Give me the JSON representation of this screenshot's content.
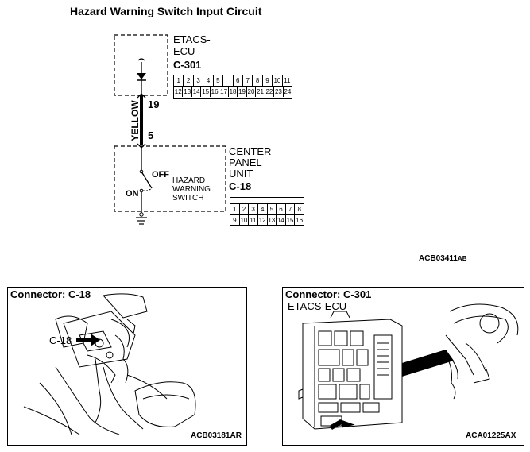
{
  "title": "Hazard Warning Switch Input Circuit",
  "etacs": {
    "name_line1": "ETACS-",
    "name_line2": "ECU",
    "connector": "C-301",
    "pins_top": [
      "1",
      "2",
      "3",
      "4",
      "5",
      "",
      "6",
      "7",
      "8",
      "9",
      "10",
      "11"
    ],
    "pins_bottom": [
      "12",
      "13",
      "14",
      "15",
      "16",
      "17",
      "18",
      "19",
      "20",
      "21",
      "22",
      "23",
      "24"
    ]
  },
  "wire": {
    "color_label": "YELLOW",
    "pin_top": "19",
    "pin_bottom": "5"
  },
  "center_panel": {
    "line1": "CENTER",
    "line2": "PANEL",
    "line3": "UNIT",
    "connector": "C-18",
    "pins_top": [
      "1",
      "2",
      "3",
      "4",
      "5",
      "6",
      "7",
      "8"
    ],
    "pins_bottom": [
      "9",
      "10",
      "11",
      "12",
      "13",
      "14",
      "15",
      "16"
    ]
  },
  "switch": {
    "off": "OFF",
    "on": "ON",
    "label_line1": "HAZARD",
    "label_line2": "WARNING",
    "label_line3": "SWITCH"
  },
  "diagram_code": "ACB03411",
  "diagram_code_suffix": "AB",
  "panel_left": {
    "title": "Connector: C-18",
    "callout": "C-18",
    "code": "ACB03181AR"
  },
  "panel_right": {
    "title": "Connector: C-301",
    "subtitle": "ETACS-ECU",
    "code": "ACA01225AX"
  }
}
